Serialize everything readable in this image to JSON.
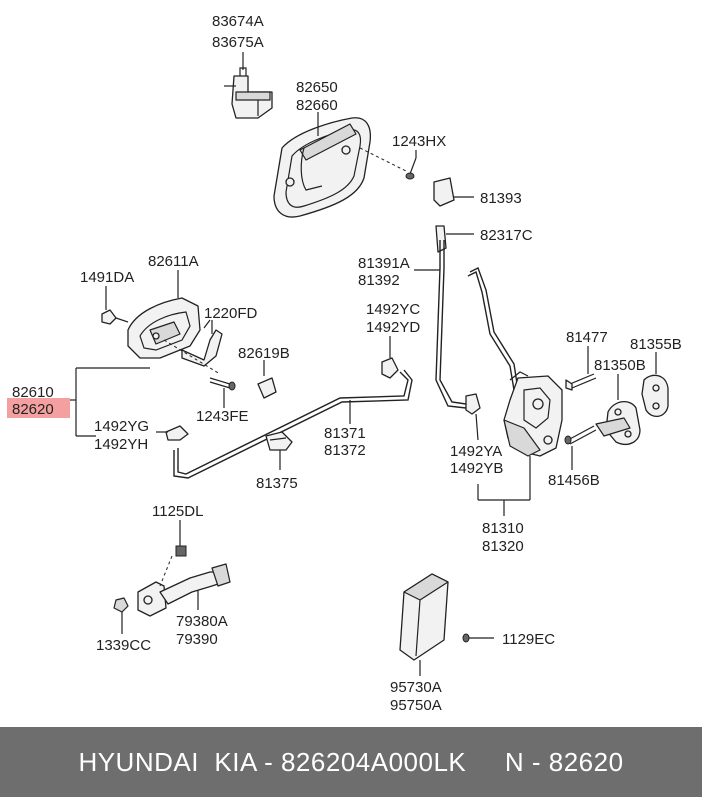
{
  "labels": {
    "l83674A": "83674A",
    "l83675A": "83675A",
    "l82650": "82650",
    "l82660": "82660",
    "l1243HX": "1243HX",
    "l81393": "81393",
    "l82317C": "82317C",
    "l81391A": "81391A",
    "l81392": "81392",
    "l82611A": "82611A",
    "l1491DA": "1491DA",
    "l1220FD": "1220FD",
    "l82619B": "82619B",
    "l1492YC": "1492YC",
    "l1492YD": "1492YD",
    "l82610": "82610",
    "l82620": "82620",
    "l1243FE": "1243FE",
    "l1492YG": "1492YG",
    "l1492YH": "1492YH",
    "l81371": "81371",
    "l81372": "81372",
    "l81375": "81375",
    "l81477": "81477",
    "l81355B": "81355B",
    "l81350B": "81350B",
    "l1492YA": "1492YA",
    "l1492YB": "1492YB",
    "l81456B": "81456B",
    "l81310": "81310",
    "l81320": "81320",
    "l1125DL": "1125DL",
    "l79380A": "79380A",
    "l79390": "79390",
    "l1339CC": "1339CC",
    "l1129EC": "1129EC",
    "l95730A": "95730A",
    "l95750A": "95750A"
  },
  "highlight_color": "#f4a0a0",
  "footer": {
    "text": "HYUNDAI  KIA - 826204A000LK     N - 82620"
  }
}
